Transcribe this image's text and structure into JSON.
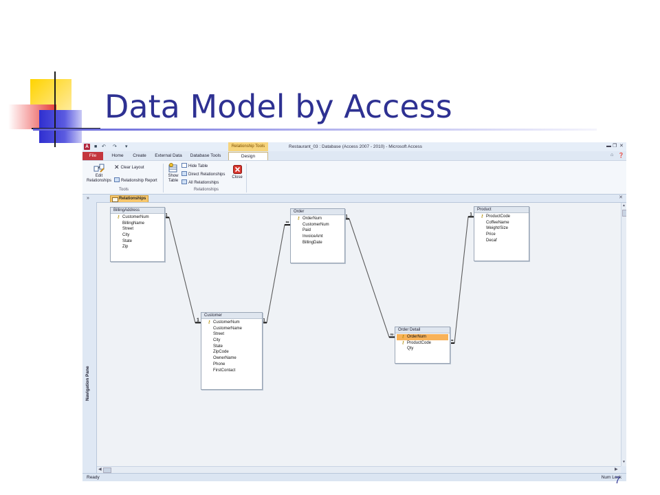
{
  "slide": {
    "title": "Data Model by Access",
    "page_number": "7"
  },
  "app": {
    "window_title": "Restaurant_03 : Database (Access 2007 - 2010) - Microsoft Access",
    "context_tab_title": "Relationship Tools",
    "app_icon": "A",
    "tabs": [
      "File",
      "Home",
      "Create",
      "External Data",
      "Database Tools",
      "Design"
    ],
    "ribbon": {
      "tools_group": {
        "label": "Tools",
        "edit_relationships": "Edit Relationships",
        "clear_layout": "Clear Layout",
        "relationship_report": "Relationship Report"
      },
      "relationships_group": {
        "label": "Relationships",
        "show_table": "Show Table",
        "hide_table": "Hide Table",
        "direct_relationships": "Direct Relationships",
        "all_relationships": "All Relationships",
        "close": "Close"
      }
    },
    "nav_toggle": "»",
    "navigation_pane": "Navigation Pane",
    "document_tab": "Relationships",
    "status_left": "Ready",
    "status_right": "Num Lock"
  },
  "diagram": {
    "tables": [
      {
        "name": "BillingAddress",
        "fields": [
          "CustomerNum",
          "BillingName",
          "Street",
          "City",
          "State",
          "Zip"
        ],
        "keys": [
          "CustomerNum"
        ],
        "selected": []
      },
      {
        "name": "Customer",
        "fields": [
          "CustomerNum",
          "CustomerName",
          "Street",
          "City",
          "State",
          "ZipCode",
          "OwnerName",
          "Phone",
          "FirstContact"
        ],
        "keys": [
          "CustomerNum"
        ],
        "selected": []
      },
      {
        "name": "Order",
        "fields": [
          "OrderNum",
          "CustomerNum",
          "Paid",
          "InvoiceAmt",
          "BillingDate"
        ],
        "keys": [
          "OrderNum"
        ],
        "selected": []
      },
      {
        "name": "Order Detail",
        "fields": [
          "OrderNum",
          "ProductCode",
          "Qty"
        ],
        "keys": [
          "OrderNum",
          "ProductCode"
        ],
        "selected": [
          "OrderNum"
        ]
      },
      {
        "name": "Product",
        "fields": [
          "ProductCode",
          "CoffeeName",
          "Weight/Size",
          "Price",
          "Decaf"
        ],
        "keys": [
          "ProductCode"
        ],
        "selected": []
      }
    ],
    "relationships": [
      {
        "from": "BillingAddress.CustomerNum",
        "to": "Customer.CustomerNum",
        "from_end": "1",
        "to_end": "1"
      },
      {
        "from": "Customer.CustomerNum",
        "to": "Order.CustomerNum",
        "from_end": "1",
        "to_end": "∞"
      },
      {
        "from": "Order.OrderNum",
        "to": "Order Detail.OrderNum",
        "from_end": "1",
        "to_end": "∞"
      },
      {
        "from": "Product.ProductCode",
        "to": "Order Detail.ProductCode",
        "from_end": "1",
        "to_end": "∞"
      }
    ]
  }
}
